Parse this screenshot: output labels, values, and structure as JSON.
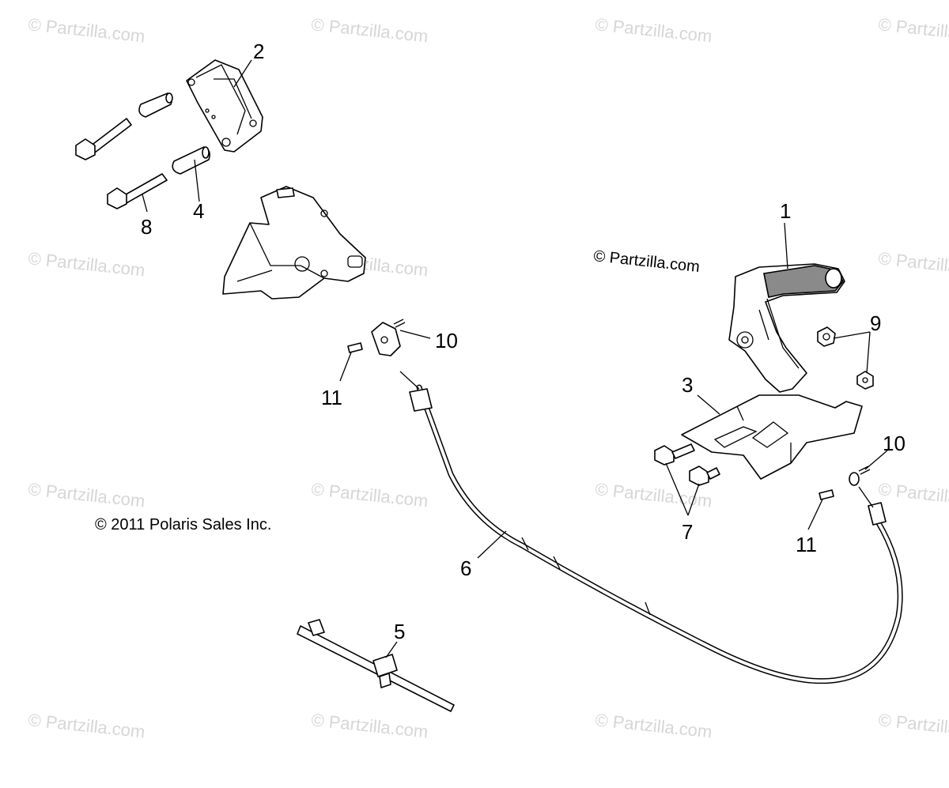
{
  "watermark": "© Partzilla.com",
  "center_watermark": "© Partzilla.com",
  "copyright": "© 2011 Polaris Sales Inc.",
  "callouts": {
    "c1": "1",
    "c2": "2",
    "c3": "3",
    "c4": "4",
    "c5": "5",
    "c6": "6",
    "c7": "7",
    "c8": "8",
    "c9": "9",
    "c10a": "10",
    "c10b": "10",
    "c11a": "11",
    "c11b": "11"
  }
}
